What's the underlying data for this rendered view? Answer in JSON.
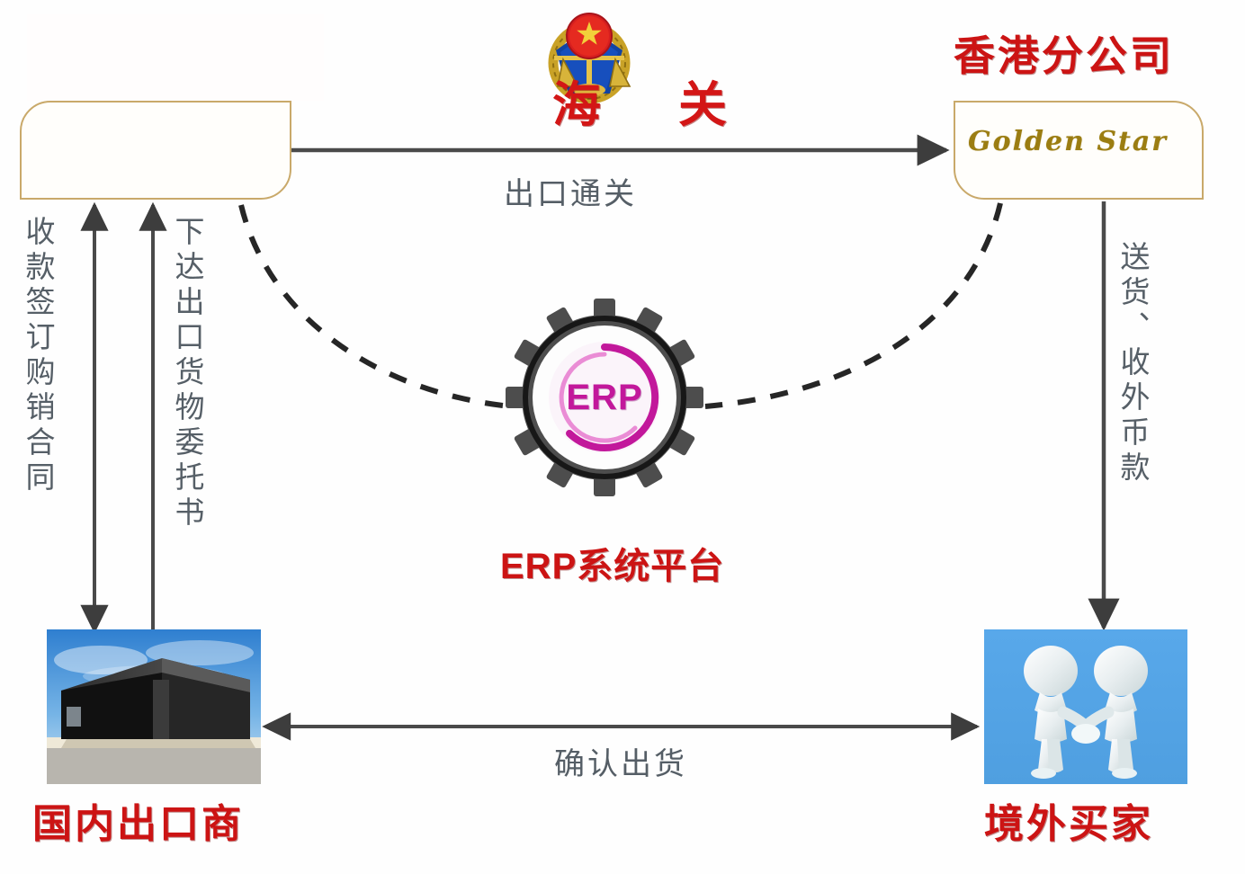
{
  "diagram": {
    "title_erased_placeholder": "",
    "nodes": {
      "domestic_exporter": {
        "label": "国内出口商",
        "icon": "factory-photo",
        "color": "#cc1414"
      },
      "overseas_buyer": {
        "label": "境外买家",
        "icon": "handshake-photo",
        "color": "#cc1414"
      },
      "hk_branch": {
        "title": "香港分公司",
        "box_text": "Golden Star",
        "title_color": "#cc1414",
        "box_text_color": "#9b7d12",
        "border_color": "#c9a96a"
      },
      "left_company": {
        "title": "",
        "box_text": "",
        "border_color": "#c9a96a"
      },
      "customs": {
        "label": "海关",
        "icon": "customs-emblem",
        "color": "#d31616"
      },
      "erp_platform": {
        "label": "ERP系统平台",
        "badge": "ERP",
        "icon": "gear-icon",
        "label_color": "#cc1414",
        "badge_color": "#c2189b"
      }
    },
    "edges": {
      "export_clearance": "出口通关",
      "confirm_shipment": "确认出货",
      "collect_payment_contract": "收款签订购销合同",
      "issue_export_entrustment": "下达出口货物委托书",
      "deliver_collect_forex": "送货、收外币款"
    }
  }
}
